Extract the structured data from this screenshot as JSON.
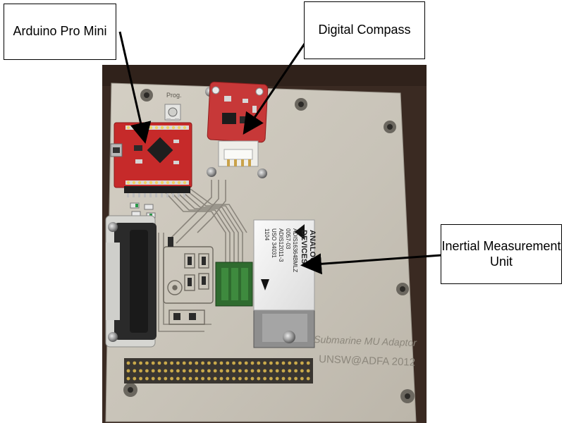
{
  "callouts": {
    "arduino": "Arduino Pro Mini",
    "compass": "Digital Compass",
    "imu_line1": "Inertial Measurement",
    "imu_line2": "Unit"
  },
  "board": {
    "prog_label": "Prog.",
    "adaptor_title": "Submarine MU Adaptor",
    "adaptor_org": "UNSW@ADFA 2012"
  },
  "imu_module": {
    "brand_line1": "ANALOG",
    "brand_line2": "DEVICES",
    "part_lines": [
      "ADIS16364BMLZ",
      "0057-03",
      "ADIS12011-3",
      "USO 34031",
      "1104"
    ]
  },
  "colors": {
    "plate": "#c9c4b9",
    "background": "#3a2a22",
    "arduino_pcb": "#c62a2a",
    "compass_pcb": "#c73838",
    "imu_body": "#f2f2f2",
    "connector_green": "#2f6b2f",
    "db9": "#2a2a2a"
  }
}
